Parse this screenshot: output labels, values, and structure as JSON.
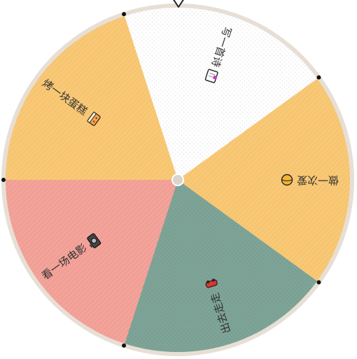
{
  "wheel": {
    "slices": [
      {
        "label": "写一首诗",
        "icon": "notebook-icon",
        "color": "#ffffff",
        "pattern": "dots",
        "start_deg": -18,
        "end_deg": 54
      },
      {
        "label": "做一次爱",
        "icon": "peach-icon",
        "color": "#f7c56f",
        "pattern": "diag",
        "start_deg": 54,
        "end_deg": 126
      },
      {
        "label": "出去走走",
        "icon": "red-car-icon",
        "color": "#7ea497",
        "pattern": "dots",
        "start_deg": 126,
        "end_deg": 198
      },
      {
        "label": "看一场电影",
        "icon": "camera-icon",
        "color": "#f19e95",
        "pattern": "diag",
        "start_deg": 198,
        "end_deg": 270
      },
      {
        "label": "烤一块蛋糕",
        "icon": "cake-icon",
        "color": "#f7c56f",
        "pattern": "diag",
        "start_deg": 270,
        "end_deg": 342
      }
    ],
    "rim_color": "#e7dfd6",
    "pointer_icon": "pointer-triangle-icon",
    "hub_icon": "hub-icon"
  }
}
